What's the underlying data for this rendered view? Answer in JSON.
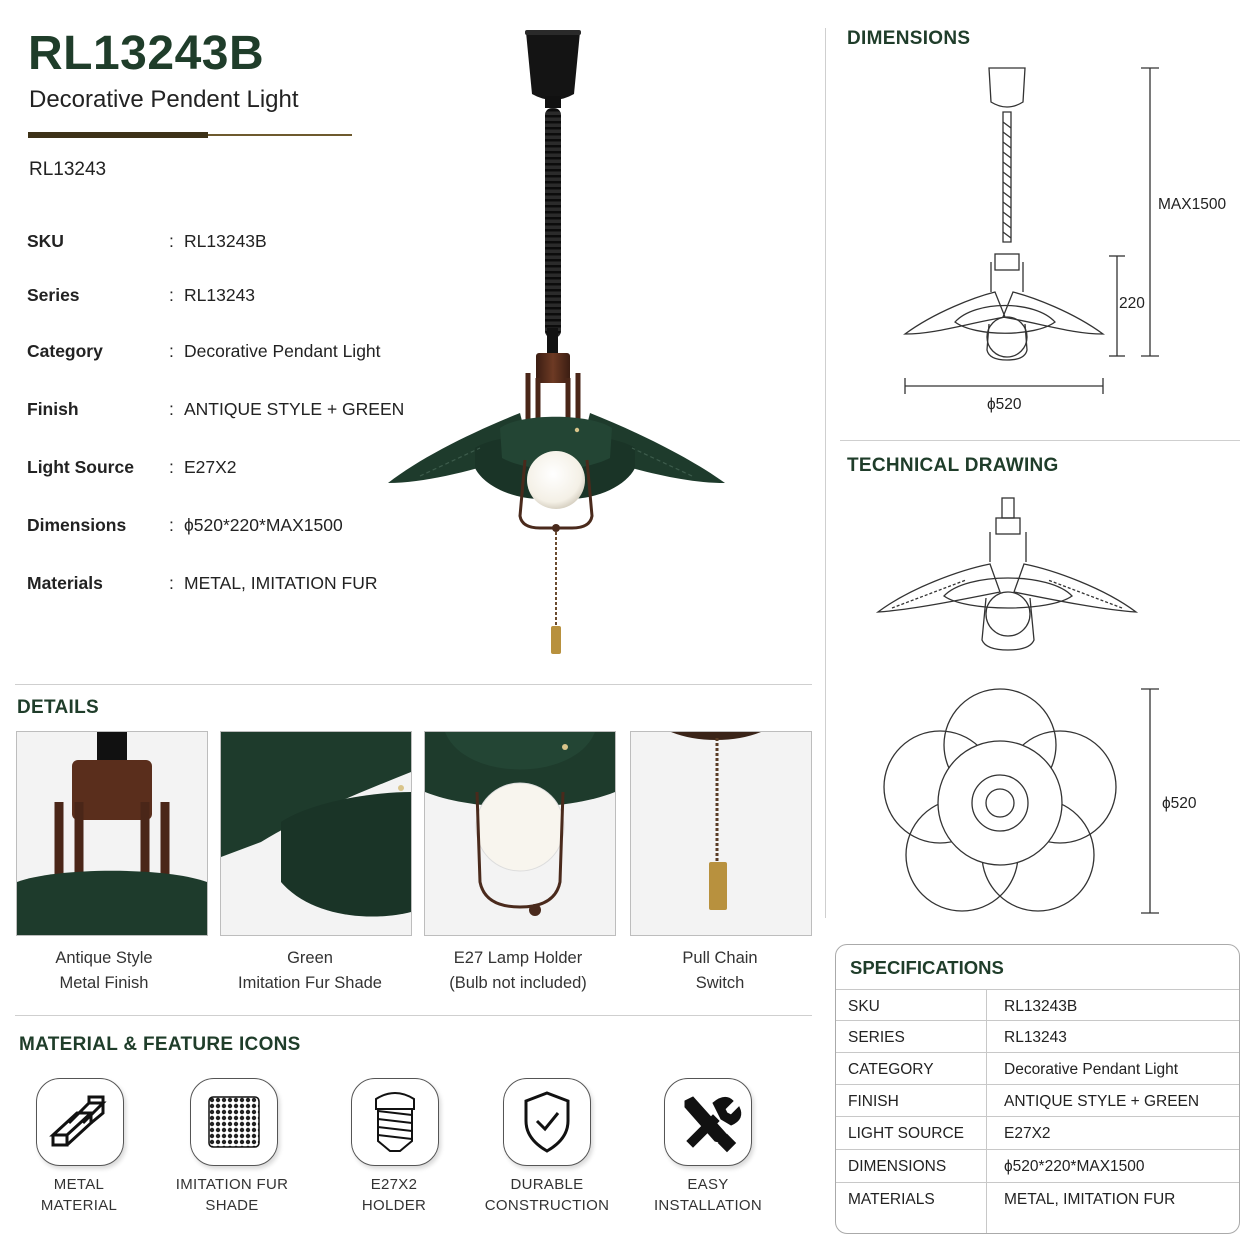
{
  "header": {
    "model": "RL13243B",
    "product_name": "Decorative Pendent Light",
    "series_code": "RL13243"
  },
  "specs": [
    {
      "key": "SKU",
      "value": "RL13243B"
    },
    {
      "key": "Series",
      "value": "RL13243"
    },
    {
      "key": "Category",
      "value": "Decorative Pendant Light"
    },
    {
      "key": "Finish",
      "value": "ANTIQUE STYLE + GREEN"
    },
    {
      "key": "Light Source",
      "value": "E27X2"
    },
    {
      "key": "Dimensions",
      "value": "ϕ520*220*MAX1500"
    },
    {
      "key": "Materials",
      "value": "METAL, IMITATION FUR"
    }
  ],
  "spec_separator": ":",
  "sections": {
    "dimensions": "DIMENSIONS",
    "technical_drawing": "TECHNICAL DRAWING",
    "details": "DETAILS",
    "icons": "MATERIAL & FEATURE ICONS",
    "specifications": "SPECIFICATIONS"
  },
  "dimension_labels": {
    "max_height": "MAX1500",
    "shade_height": "220",
    "diameter": "ϕ520",
    "top_view_diameter": "ϕ520"
  },
  "details": [
    {
      "line1": "Antique Style",
      "line2": "Metal Finish"
    },
    {
      "line1": "Green",
      "line2": "Imitation Fur Shade"
    },
    {
      "line1": "E27 Lamp Holder",
      "line2": "(Bulb not included)"
    },
    {
      "line1": "Pull Chain",
      "line2": "Switch"
    }
  ],
  "icons": [
    {
      "icon": "metal-bars-icon",
      "line1": "METAL",
      "line2": "MATERIAL"
    },
    {
      "icon": "fabric-texture-icon",
      "line1": "IMITATION FUR",
      "line2": "SHADE"
    },
    {
      "icon": "bulb-socket-icon",
      "line1": "E27X2",
      "line2": "HOLDER"
    },
    {
      "icon": "shield-check-icon",
      "line1": "DURABLE",
      "line2": "CONSTRUCTION"
    },
    {
      "icon": "tools-icon",
      "line1": "EASY",
      "line2": "INSTALLATION"
    }
  ],
  "spec_table": [
    {
      "key": "SKU",
      "value": "RL13243B"
    },
    {
      "key": "SERIES",
      "value": "RL13243"
    },
    {
      "key": "CATEGORY",
      "value": "Decorative Pendant Light"
    },
    {
      "key": "FINISH",
      "value": "ANTIQUE STYLE + GREEN"
    },
    {
      "key": "LIGHT SOURCE",
      "value": "E27X2"
    },
    {
      "key": "DIMENSIONS",
      "value": "ϕ520*220*MAX1500"
    },
    {
      "key": "MATERIALS",
      "value": "METAL, IMITATION FUR"
    }
  ],
  "colors": {
    "brand_green": "#1f3d2a",
    "shade_green": "#1e3b2c",
    "bronze": "#5a2e1c",
    "brass": "#b8913e"
  }
}
